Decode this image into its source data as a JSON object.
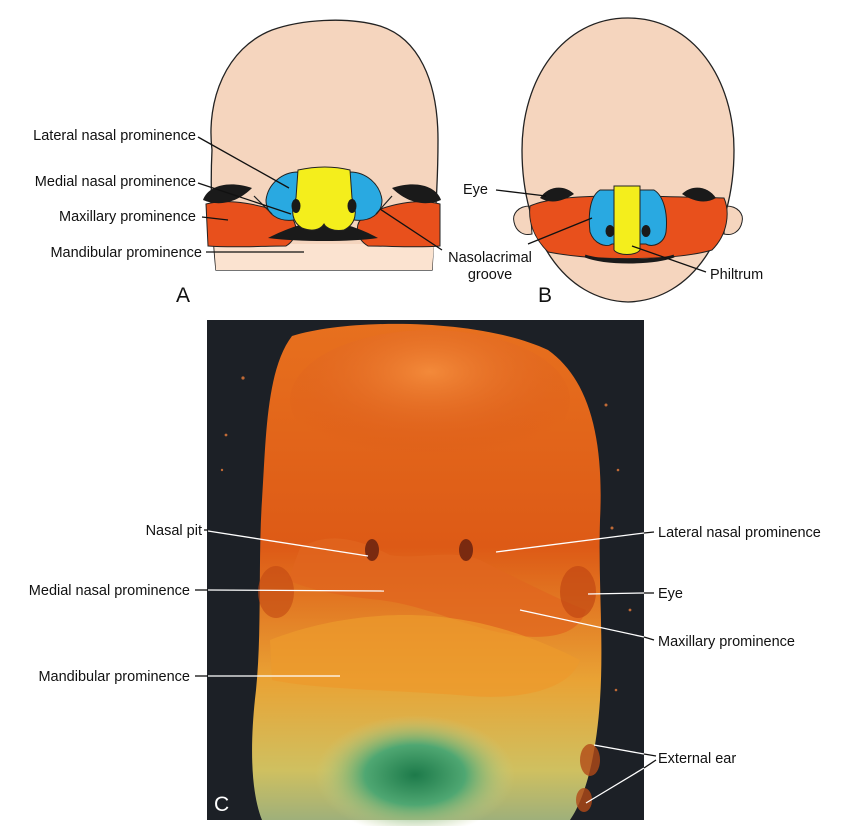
{
  "panels": {
    "a": {
      "letter": "A",
      "labels": {
        "lateral_nasal": "Lateral nasal prominence",
        "medial_nasal": "Medial nasal prominence",
        "maxillary": "Maxillary prominence",
        "mandibular": "Mandibular prominence",
        "nasolacrimal_1": "Nasolacrimal",
        "nasolacrimal_2": "groove"
      }
    },
    "b": {
      "letter": "B",
      "labels": {
        "eye": "Eye",
        "philtrum": "Philtrum"
      }
    },
    "c": {
      "letter": "C",
      "labels": {
        "nasal_pit": "Nasal pit",
        "medial_nasal": "Medial nasal prominence",
        "mandibular": "Mandibular prominence",
        "lateral_nasal": "Lateral nasal prominence",
        "eye": "Eye",
        "maxillary": "Maxillary prominence",
        "external_ear": "External ear"
      }
    }
  },
  "colors": {
    "skin": "#f5d5be",
    "lateral_nasal": "#29a9e1",
    "medial_nasal": "#f4ee1c",
    "maxillary": "#e8501c",
    "mandibular": "#fbe3d0",
    "eye": "#1a1a1a",
    "photo_background": "#1c2026"
  }
}
